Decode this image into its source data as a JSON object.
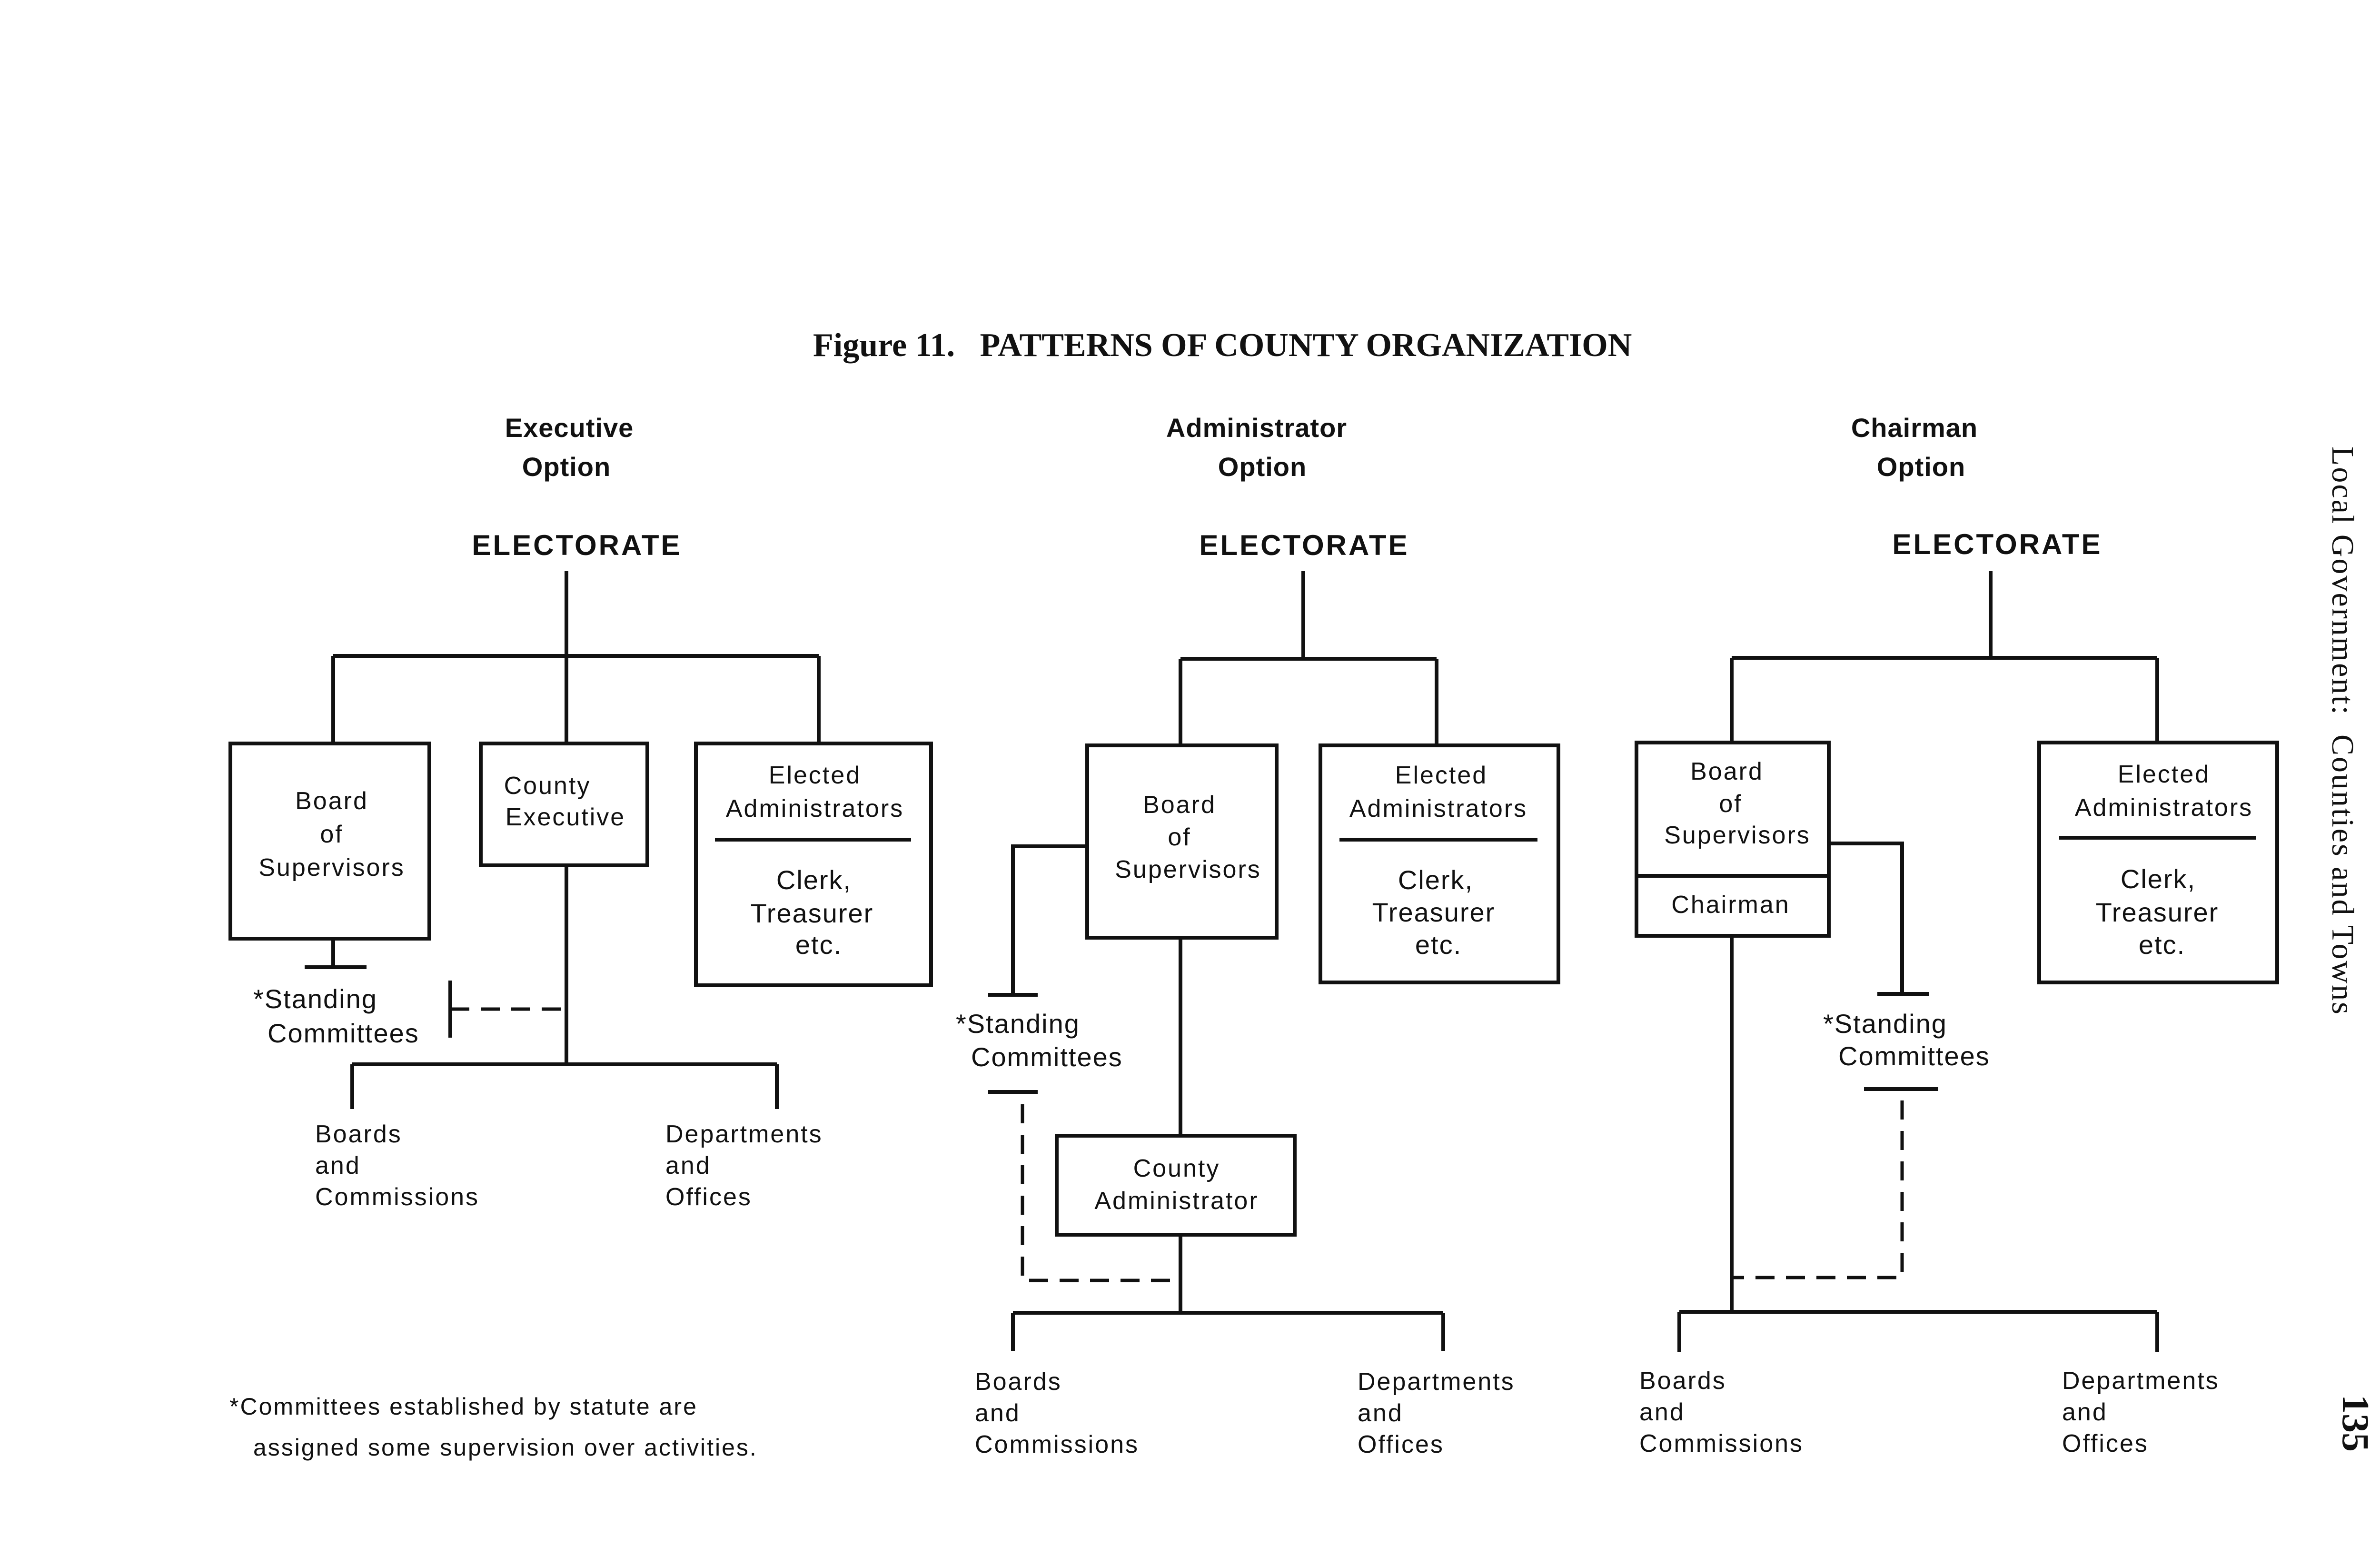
{
  "figure_title": "Figure 11.   PATTERNS OF COUNTY ORGANIZATION",
  "running_head": "Local Government:  Counties and Towns",
  "page_number": "135",
  "footnote": {
    "line1": "*Committees established by statute are",
    "line2": "assigned some supervision over activities."
  },
  "executive": {
    "heading": [
      "Executive",
      "Option"
    ],
    "electorate": "ELECTORATE",
    "board": [
      "Board",
      "of",
      "Supervisors"
    ],
    "county_exec": [
      "County",
      "Executive"
    ],
    "elected_top": [
      "Elected",
      "Administrators"
    ],
    "elected_bottom": [
      "Clerk,",
      "Treasurer",
      "etc."
    ],
    "standing": [
      "*Standing",
      "Committees"
    ],
    "boards_comm": [
      "Boards",
      "and",
      "Commissions"
    ],
    "depts": [
      "Departments",
      "and",
      "Offices"
    ]
  },
  "administrator": {
    "heading": [
      "Administrator",
      "Option"
    ],
    "electorate": "ELECTORATE",
    "board": [
      "Board",
      "of",
      "Supervisors"
    ],
    "elected_top": [
      "Elected",
      "Administrators"
    ],
    "elected_bottom": [
      "Clerk,",
      "Treasurer",
      "etc."
    ],
    "standing": [
      "*Standing",
      "Committees"
    ],
    "county_admin": [
      "County",
      "Administrator"
    ],
    "boards_comm": [
      "Boards",
      "and",
      "Commissions"
    ],
    "depts": [
      "Departments",
      "and",
      "Offices"
    ]
  },
  "chairman": {
    "heading": [
      "Chairman",
      "Option"
    ],
    "electorate": "ELECTORATE",
    "board": [
      "Board",
      "of",
      "Supervisors"
    ],
    "chair": "Chairman",
    "elected_top": [
      "Elected",
      "Administrators"
    ],
    "elected_bottom": [
      "Clerk,",
      "Treasurer",
      "etc."
    ],
    "standing": [
      "*Standing",
      "Committees"
    ],
    "boards_comm": [
      "Boards",
      "and",
      "Commissions"
    ],
    "depts": [
      "Departments",
      "and",
      "Offices"
    ]
  }
}
